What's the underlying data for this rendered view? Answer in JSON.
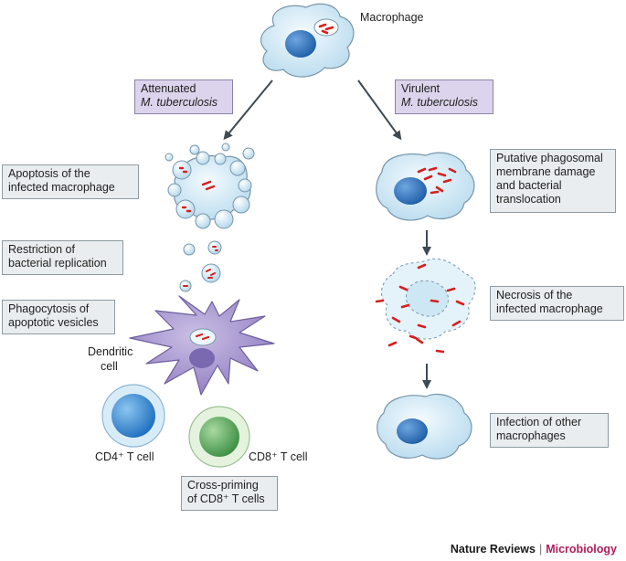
{
  "macrophage_label": "Macrophage",
  "attenuated": {
    "line1": "Attenuated",
    "line2": "M. tuberculosis"
  },
  "virulent": {
    "line1": "Virulent",
    "line2": "M. tuberculosis"
  },
  "left_steps": {
    "apoptosis": [
      "Apoptosis of the",
      "infected macrophage"
    ],
    "restriction": [
      "Restriction of",
      "bacterial replication"
    ],
    "phagocytosis": [
      "Phagocytosis of",
      "apoptotic vesicles"
    ],
    "cross_priming": [
      "Cross-priming",
      "of CD8⁺ T cells"
    ]
  },
  "right_steps": {
    "membrane_damage": [
      "Putative phagosomal",
      "membrane damage",
      "and bacterial",
      "translocation"
    ],
    "necrosis": [
      "Necrosis of the",
      "infected macrophage"
    ],
    "infection": [
      "Infection of other",
      "macrophages"
    ]
  },
  "cell_labels": {
    "dendritic_line1": "Dendritic",
    "dendritic_line2": "cell",
    "cd4": "CD4⁺ T cell",
    "cd8": "CD8⁺ T cell"
  },
  "footer": {
    "publisher": "Nature Reviews",
    "journal": "Microbiology"
  },
  "colors": {
    "macrophage_fill": "#cfe6f2",
    "macrophage_stroke": "#6e8fa6",
    "nucleus": "#2e6fb5",
    "bacteria": "#d42020",
    "dendritic_fill": "#a999cf",
    "cd4_nucleus": "#3a8fd0",
    "cd8_nucleus": "#5aa85a",
    "purple_box": "#dcd4ec",
    "grey_box": "#e9edef"
  }
}
